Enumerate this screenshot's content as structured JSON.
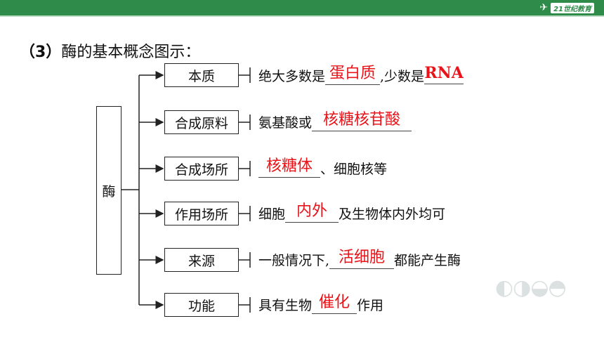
{
  "heading": {
    "num": "（3）",
    "title": "酶的基本概念图示："
  },
  "logo": {
    "text": "21世纪教育"
  },
  "root": {
    "label": "酶"
  },
  "branches": [
    {
      "label": "本质",
      "pre": "绝大多数是",
      "ans1": "蛋白质",
      "mid": ",少数是",
      "ans2": "RNA",
      "post": ""
    },
    {
      "label": "合成原料",
      "pre": "氨基酸或",
      "ans1": "核糖核苷酸",
      "mid": "",
      "ans2": "",
      "post": ""
    },
    {
      "label": "合成场所",
      "pre": "",
      "ans1": "核糖体",
      "mid": "、细胞核等",
      "ans2": "",
      "post": ""
    },
    {
      "label": "作用场所",
      "pre": "细胞",
      "ans1": "内外",
      "mid": "及生物体内外均可",
      "ans2": "",
      "post": ""
    },
    {
      "label": "来源",
      "pre": "一般情况下,",
      "ans1": "活细胞",
      "mid": "都能产生酶",
      "ans2": "",
      "post": ""
    },
    {
      "label": "功能",
      "pre": "具有生物",
      "ans1": "催化",
      "mid": "作用",
      "ans2": "",
      "post": ""
    }
  ],
  "colors": {
    "header_bar": "#2e8b4a",
    "answer": "#e8141a"
  }
}
